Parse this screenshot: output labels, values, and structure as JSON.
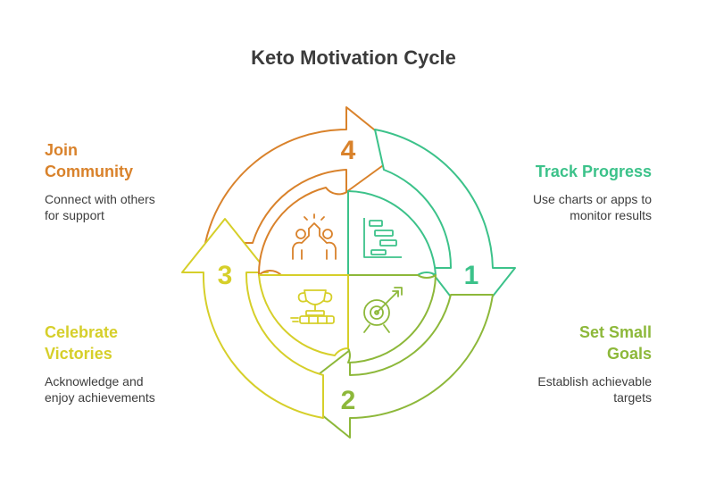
{
  "title": "Keto Motivation Cycle",
  "colors": {
    "orange": "#d9822b",
    "green": "#3cc28a",
    "lime": "#8db83a",
    "yellow": "#d6cf2a"
  },
  "steps": [
    {
      "number": "1",
      "heading": "Track Progress",
      "description": "Use charts or apps to monitor results",
      "icon": "bar-chart-icon"
    },
    {
      "number": "2",
      "heading": "Set Small Goals",
      "description": "Establish achievable targets",
      "icon": "target-icon"
    },
    {
      "number": "3",
      "heading": "Celebrate Victories",
      "description": "Acknowledge and enjoy achievements",
      "icon": "trophy-icon"
    },
    {
      "number": "4",
      "heading": "Join Community",
      "description": "Connect with others for support",
      "icon": "high-five-icon"
    }
  ]
}
